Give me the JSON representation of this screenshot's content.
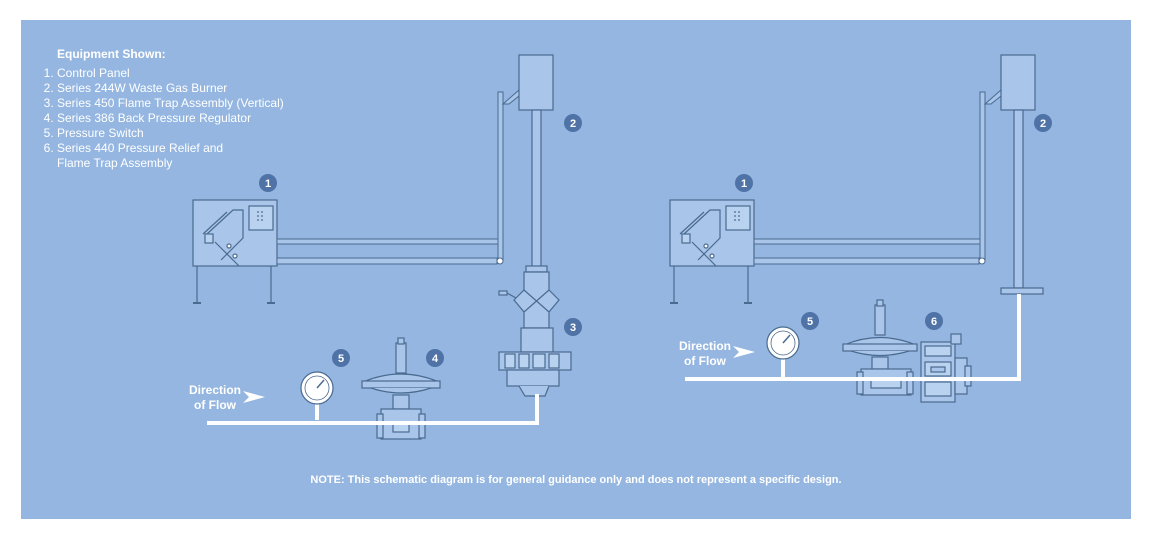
{
  "legend": {
    "title": "Equipment Shown:",
    "items": [
      "Control Panel",
      "Series 244W Waste Gas Burner",
      "Series 450 Flame Trap Assembly (Vertical)",
      "Series 386 Back Pressure Regulator",
      "Pressure Switch",
      "Series 440 Pressure Relief and",
      "Flame Trap Assembly"
    ]
  },
  "flow_label": {
    "line1": "Direction",
    "line2": "of Flow"
  },
  "callouts": {
    "left": [
      "1",
      "2",
      "3",
      "4",
      "5"
    ],
    "right": [
      "1",
      "2",
      "5",
      "6"
    ]
  },
  "note": "NOTE: This schematic diagram is for general guidance only and does not represent a specific design.",
  "colors": {
    "background": "#94b6e0",
    "equipment_fill": "#a9c5ea",
    "line": "#4a6a8f",
    "badge": "#4f73a6",
    "pipe": "#ffffff"
  }
}
